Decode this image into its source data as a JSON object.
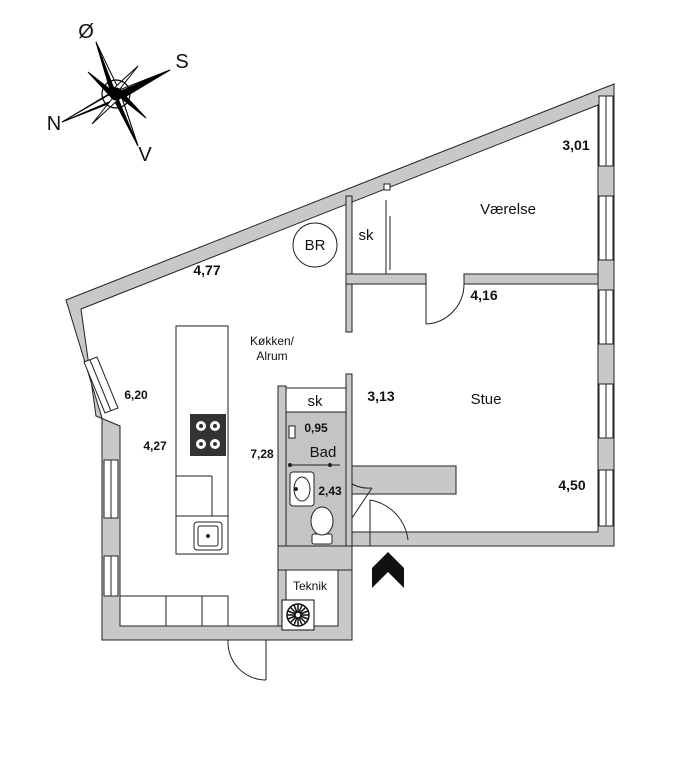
{
  "compass": {
    "north": "N",
    "south": "S",
    "east": "Ø",
    "west": "V"
  },
  "rooms": {
    "bedroom": "Værelse",
    "living": "Stue",
    "kitchen_line1": "Køkken/",
    "kitchen_line2": "Alrum",
    "bath": "Bad",
    "technical": "Teknik",
    "closet_upper": "sk",
    "closet_lower": "sk",
    "br": "BR"
  },
  "dimensions": {
    "d_301": "3,01",
    "d_477": "4,77",
    "d_416": "4,16",
    "d_620": "6,20",
    "d_313": "3,13",
    "d_427": "4,27",
    "d_095": "0,95",
    "d_728": "7,28",
    "d_243": "2,43",
    "d_450": "4,50"
  },
  "colors": {
    "wall": "#c8c8c8",
    "wall_stroke": "#222222",
    "bath_floor": "#c4c4c4"
  }
}
